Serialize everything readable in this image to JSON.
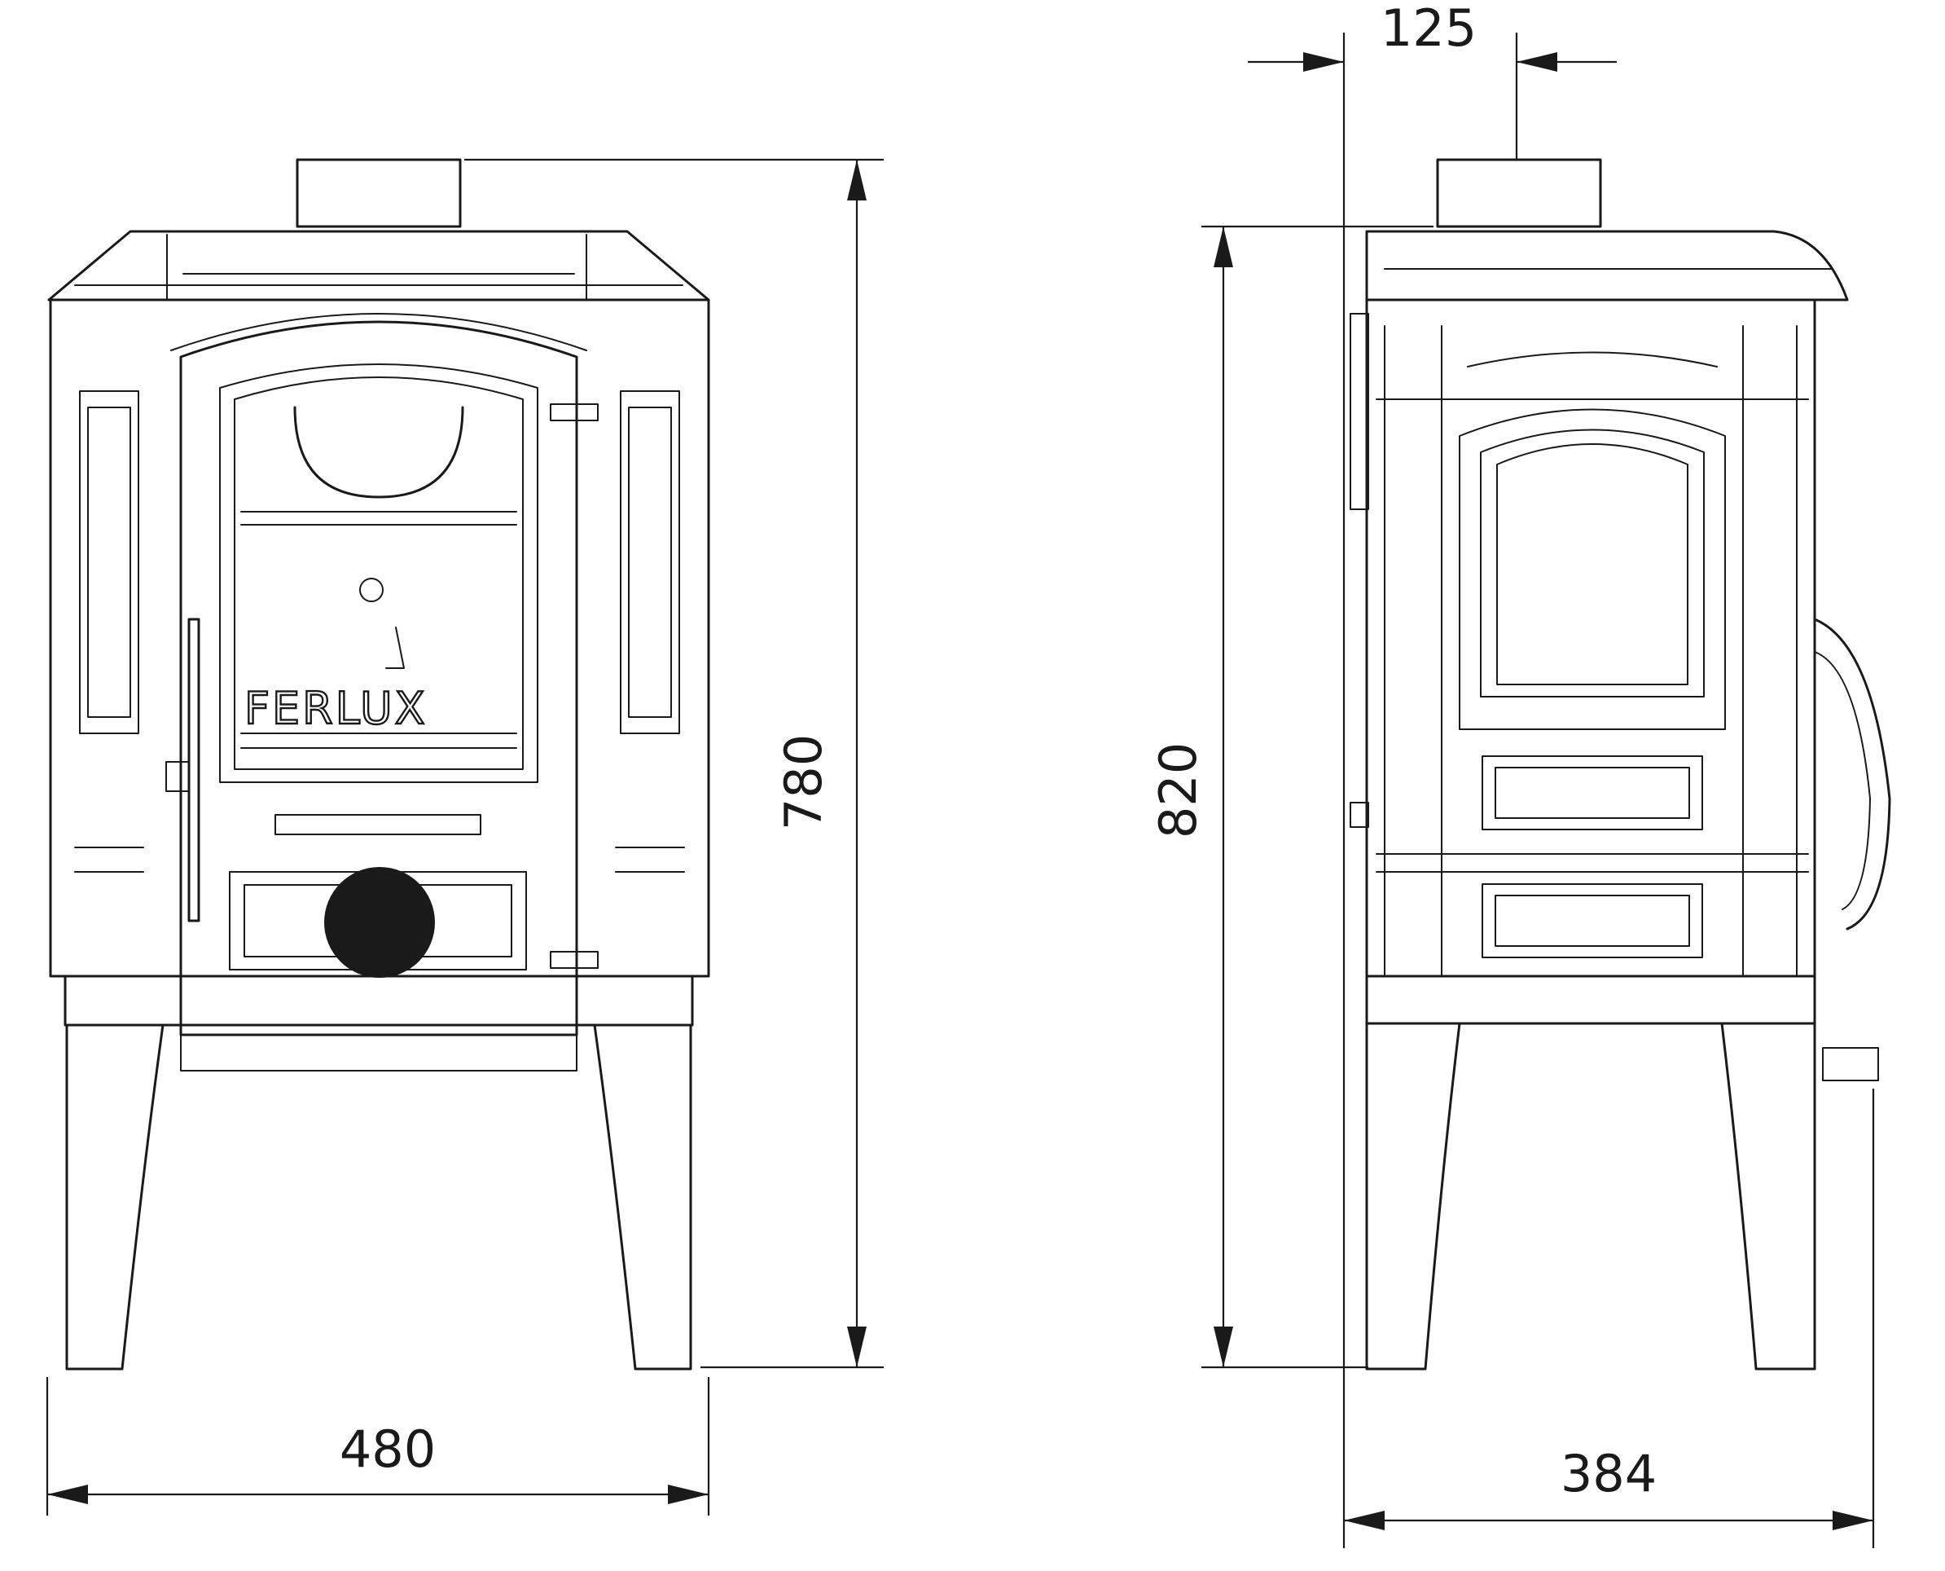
{
  "dimensions": {
    "front_width": "480",
    "front_height": "780",
    "side_depth": "384",
    "side_height": "820",
    "flue_offset": "125"
  },
  "logo": {
    "text": "FERLUX"
  },
  "colors": {
    "line": "#1a1a1a",
    "background": "#ffffff"
  }
}
